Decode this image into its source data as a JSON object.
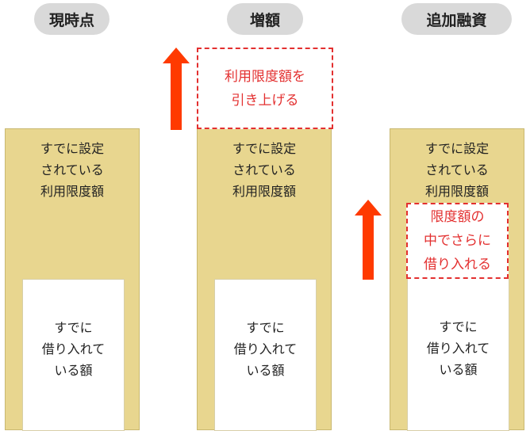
{
  "headers": [
    {
      "label": "現時点"
    },
    {
      "label": "増額"
    },
    {
      "label": "追加融資"
    }
  ],
  "columns": [
    {
      "limit_lines": [
        "すでに設定",
        "されている",
        "利用限度額"
      ],
      "borrowed_lines": [
        "すでに",
        "借り入れて",
        "いる額"
      ]
    },
    {
      "limit_lines": [
        "すでに設定",
        "されている",
        "利用限度額"
      ],
      "borrowed_lines": [
        "すでに",
        "借り入れて",
        "いる額"
      ]
    },
    {
      "limit_lines": [
        "すでに設定",
        "されている",
        "利用限度額"
      ],
      "borrowed_lines": [
        "すでに",
        "借り入れて",
        "いる額"
      ]
    }
  ],
  "callouts": {
    "raise_limit": [
      "利用限度額を",
      "引き上げる"
    ],
    "additional_loan": [
      "限度額の",
      "中でさらに",
      "借り入れる"
    ]
  },
  "colors": {
    "column_fill": "#e8d68f",
    "header_pill": "#d9d9d9",
    "callout_text": "#e33030",
    "arrow": "#ff3a00"
  },
  "icons": {
    "raise_arrow": "arrow-up-icon",
    "additional_arrow": "arrow-up-icon"
  }
}
